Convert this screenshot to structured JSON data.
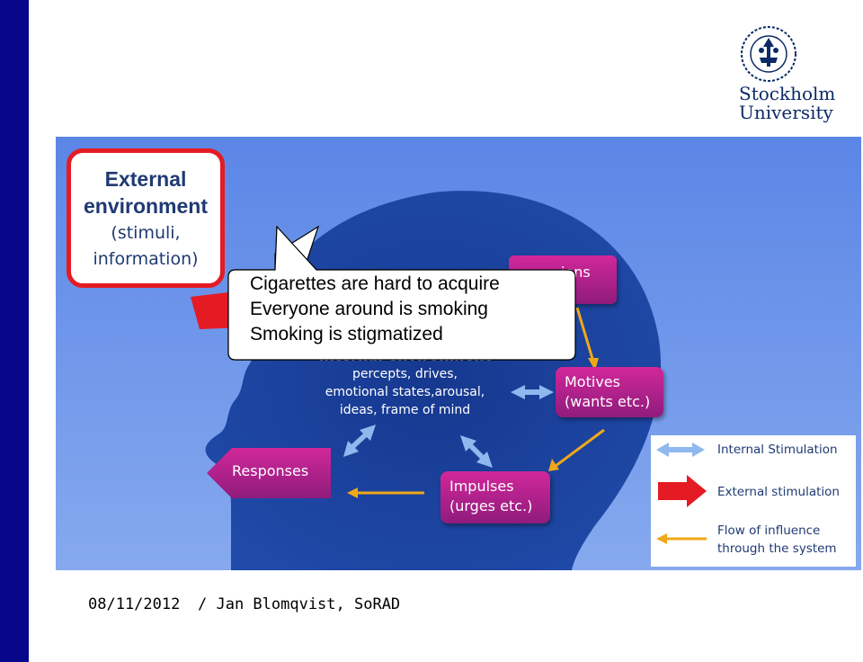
{
  "logo": {
    "line1": "Stockholm",
    "line2": "University"
  },
  "external_box": {
    "title_line1": "External",
    "title_line2": "environment",
    "sub_line1": "(stimuli,",
    "sub_line2": "information)"
  },
  "callout": {
    "line1": "Cigarettes are hard to acquire",
    "line2": "Everyone around is smoking",
    "line3": "Smoking is stigmatized"
  },
  "nodes": {
    "emotions": "ions",
    "motives_line1": "Motives",
    "motives_line2": "(wants etc.)",
    "impulses_line1": "Impulses",
    "impulses_line2": "(urges etc.)",
    "responses": "Responses"
  },
  "internal_environment": {
    "title": "internal environment",
    "line1": "percepts, drives,",
    "line2": "emotional states,arousal,",
    "line3": "ideas, frame of mind"
  },
  "legend": {
    "internal": "Internal Stimulation",
    "external": "External stimulation",
    "flow_line1": "Flow of influence",
    "flow_line2": "through the system"
  },
  "colors": {
    "accent_red": "#e51b24",
    "node_magenta": "#b5218c",
    "flow_orange": "#f0a818",
    "internal_blue": "#6fa3e0",
    "left_bar": "#06078a"
  },
  "footer": {
    "date": "08/11/2012",
    "author": "/ Jan Blomqvist, SoRAD"
  }
}
